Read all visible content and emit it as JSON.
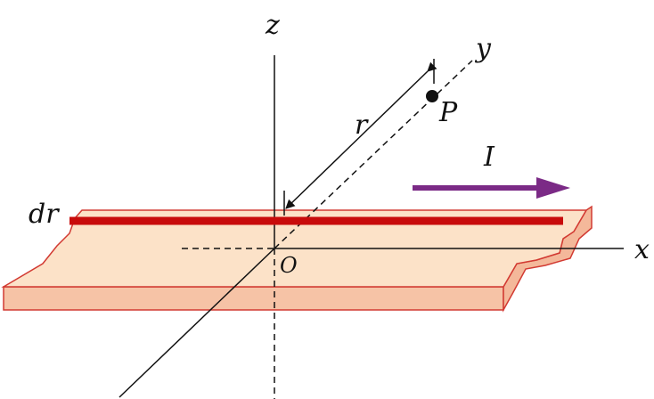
{
  "labels": {
    "z_axis": "z",
    "y_axis": "y",
    "x_axis": "x",
    "origin": "O",
    "point": "P",
    "distance": "r",
    "current": "I",
    "strip_width": "dr"
  },
  "colors": {
    "strip_top": "#fbe0c4",
    "strip_edge": "#f4c0a4",
    "strip_outline": "#d23a32",
    "wire": "#cc0a0a",
    "current_arrow": "#7b2a86",
    "ink": "#111111"
  }
}
